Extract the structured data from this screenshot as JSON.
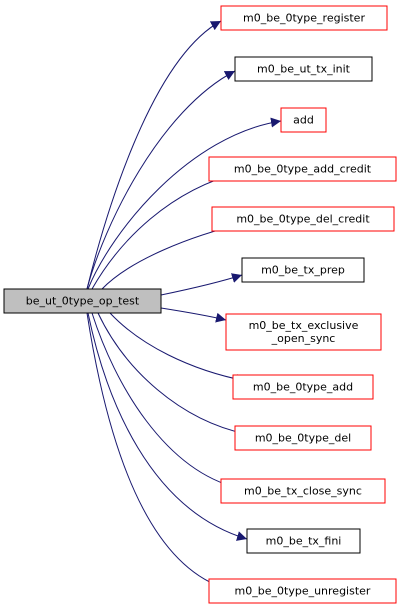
{
  "source_node": {
    "id": "be_ut_0type_op_test",
    "lines": [
      "be_ut_0type_op_test"
    ]
  },
  "colors": {
    "edge": "#191970",
    "source_fill": "#bfbfbf",
    "source_stroke": "#000000",
    "link_stroke": "#ff0000",
    "plain_stroke": "#000000",
    "text": "#000000",
    "background": "#ffffff"
  },
  "target_nodes": [
    {
      "id": "m0_be_0type_register",
      "lines": [
        "m0_be_0type_register"
      ],
      "style": "link"
    },
    {
      "id": "m0_be_ut_tx_init",
      "lines": [
        "m0_be_ut_tx_init"
      ],
      "style": "plain"
    },
    {
      "id": "add",
      "lines": [
        "add"
      ],
      "style": "link"
    },
    {
      "id": "m0_be_0type_add_credit",
      "lines": [
        "m0_be_0type_add_credit"
      ],
      "style": "link"
    },
    {
      "id": "m0_be_0type_del_credit",
      "lines": [
        "m0_be_0type_del_credit"
      ],
      "style": "link"
    },
    {
      "id": "m0_be_tx_prep",
      "lines": [
        "m0_be_tx_prep"
      ],
      "style": "plain"
    },
    {
      "id": "m0_be_tx_exclusive_open_sync",
      "lines": [
        "m0_be_tx_exclusive",
        "_open_sync"
      ],
      "style": "link"
    },
    {
      "id": "m0_be_0type_add",
      "lines": [
        "m0_be_0type_add"
      ],
      "style": "link"
    },
    {
      "id": "m0_be_0type_del",
      "lines": [
        "m0_be_0type_del"
      ],
      "style": "link"
    },
    {
      "id": "m0_be_tx_close_sync",
      "lines": [
        "m0_be_tx_close_sync"
      ],
      "style": "link"
    },
    {
      "id": "m0_be_tx_fini",
      "lines": [
        "m0_be_tx_fini"
      ],
      "style": "plain"
    },
    {
      "id": "m0_be_0type_unregister",
      "lines": [
        "m0_be_0type_unregister"
      ],
      "style": "link"
    }
  ],
  "edges": [
    {
      "from": "be_ut_0type_op_test",
      "to": "m0_be_0type_register"
    },
    {
      "from": "be_ut_0type_op_test",
      "to": "m0_be_ut_tx_init"
    },
    {
      "from": "be_ut_0type_op_test",
      "to": "add"
    },
    {
      "from": "be_ut_0type_op_test",
      "to": "m0_be_0type_add_credit"
    },
    {
      "from": "be_ut_0type_op_test",
      "to": "m0_be_0type_del_credit"
    },
    {
      "from": "be_ut_0type_op_test",
      "to": "m0_be_tx_prep"
    },
    {
      "from": "be_ut_0type_op_test",
      "to": "m0_be_tx_exclusive_open_sync"
    },
    {
      "from": "be_ut_0type_op_test",
      "to": "m0_be_0type_add"
    },
    {
      "from": "be_ut_0type_op_test",
      "to": "m0_be_0type_del"
    },
    {
      "from": "be_ut_0type_op_test",
      "to": "m0_be_tx_close_sync"
    },
    {
      "from": "be_ut_0type_op_test",
      "to": "m0_be_tx_fini"
    },
    {
      "from": "be_ut_0type_op_test",
      "to": "m0_be_0type_unregister"
    }
  ]
}
